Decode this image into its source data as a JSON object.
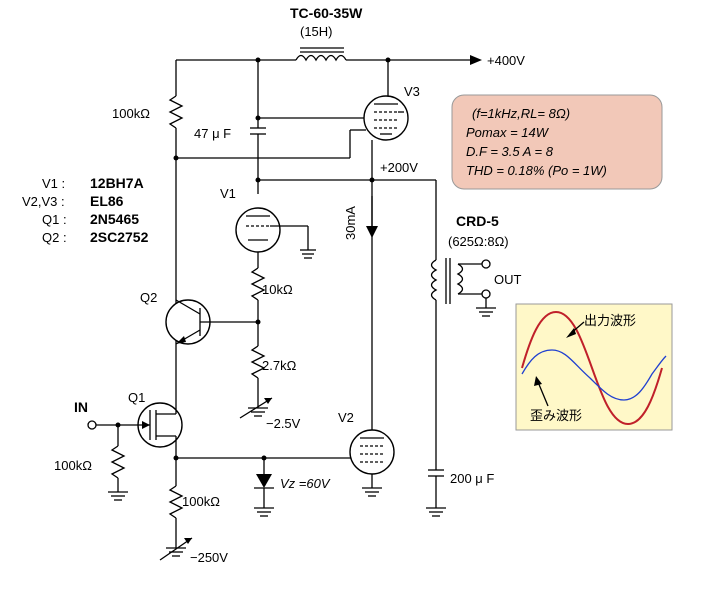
{
  "title_top": "TC-60-35W",
  "title_sub": "(15H)",
  "b_plus": "+400V",
  "mid_supply": "+200V",
  "current": "30mA",
  "tube_labels": {
    "v1": "V1",
    "v2": "V2",
    "v3": "V3",
    "q1": "Q1",
    "q2": "Q2"
  },
  "legend": [
    {
      "sym": "V1 : ",
      "val": "12BH7A"
    },
    {
      "sym": "V2,V3 : ",
      "val": "EL86"
    },
    {
      "sym": "Q1 : ",
      "val": "2N5465"
    },
    {
      "sym": "Q2 : ",
      "val": "2SC2752"
    }
  ],
  "components": {
    "r_top": "100kΩ",
    "cap_47": "47 μ F",
    "r_10k": "10kΩ",
    "r_27k": "2.7kΩ",
    "bias_neg25": "−2.5V",
    "r_in": "100kΩ",
    "r_bot": "100kΩ",
    "bias_neg250": "−250V",
    "zener": "Vz =60V",
    "cap_200": "200 μ F",
    "crd": "CRD-5",
    "crd_sub": "(625Ω:8Ω)",
    "out": "OUT",
    "in": "IN"
  },
  "spec": {
    "line1": "(f=1kHz,RL= 8Ω)",
    "line2": "Pomax = 14W",
    "line3": "D.F = 3.5      A = 8",
    "line4": "THD = 0.18% (Po = 1W)"
  },
  "wave": {
    "output_label": "出力波形",
    "distortion_label": "歪み波形",
    "output_color": "#c0202a",
    "distortion_color": "#2040d0",
    "box_bg": "#fff8c8",
    "spec_bg": "#f2c8b8"
  }
}
